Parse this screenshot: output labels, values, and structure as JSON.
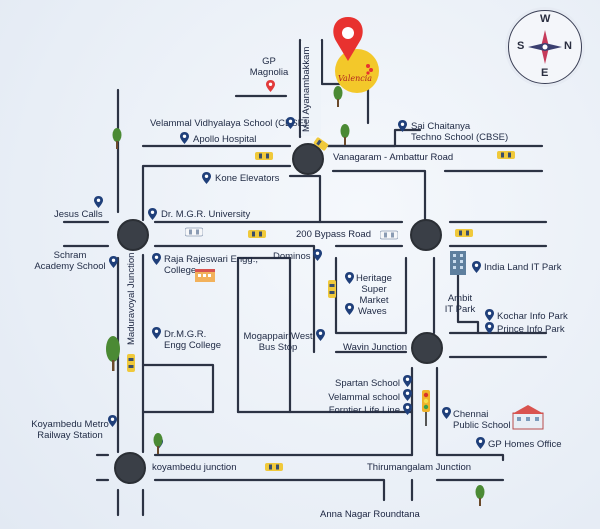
{
  "compass": {
    "n": "N",
    "s": "S",
    "e": "E",
    "w": "W"
  },
  "logo": {
    "brand": "Valencia"
  },
  "roads": {
    "mel_ayanambakkam": "Mel Ayanambakkam",
    "vanagaram": "Vanagaram - Ambattur Road",
    "bypass": "200 Bypass Road",
    "maduravoyal": "Maduravoyal Junction",
    "koyambedu": "koyambedu junction",
    "thirumangalam": "Thirumangalam Junction",
    "anna_nagar": "Anna Nagar Roundtana"
  },
  "places": {
    "gp_magnolia": [
      "GP",
      "Magnolia"
    ],
    "velammal_cbse": "Velammal Vidhyalaya School (CBSE)",
    "apollo": "Apollo Hospital",
    "sai_chaitanya": [
      "Sai Chaitanya",
      "Techno School (CBSE)"
    ],
    "kone": "Kone Elevators",
    "mgr_univ": "Dr. M.G.R. University",
    "jesus_calls": "Jesus Calls",
    "schram": [
      "Schram",
      "Academy School"
    ],
    "raja": [
      "Raja Rajeswari Engg.,",
      "College"
    ],
    "dominos": "Dominos",
    "heritage": [
      "Heritage",
      "Super",
      "Market"
    ],
    "waves": "Waves",
    "india_land": "India Land IT Park",
    "ambit": [
      "Ambit",
      "IT Park"
    ],
    "kochar": "Kochar Info Park",
    "prince": "Prince Info Park",
    "mgr_engg": [
      "Dr.M.G.R.",
      "Engg College"
    ],
    "mogappair": [
      "Mogappair West",
      "Bus Stop"
    ],
    "wavin": "Wavin Junction",
    "spartan": "Spartan School",
    "velammal_school": "Velammal school",
    "fortier": "Forntier Life Line",
    "chennai_public": [
      "Chennai",
      "Public School"
    ],
    "gp_homes": "GP Homes Office",
    "koyambedu_metro": [
      "Koyambedu Metro",
      "Railway Station"
    ]
  },
  "colors": {
    "road": "#2c3344",
    "pin": "#1f3f7a",
    "target_pin": "#e23a3a",
    "logo_yellow": "#f3c82a",
    "logo_red": "#e8322f",
    "car": "#f0c93b",
    "tree": "#4b8a34"
  }
}
